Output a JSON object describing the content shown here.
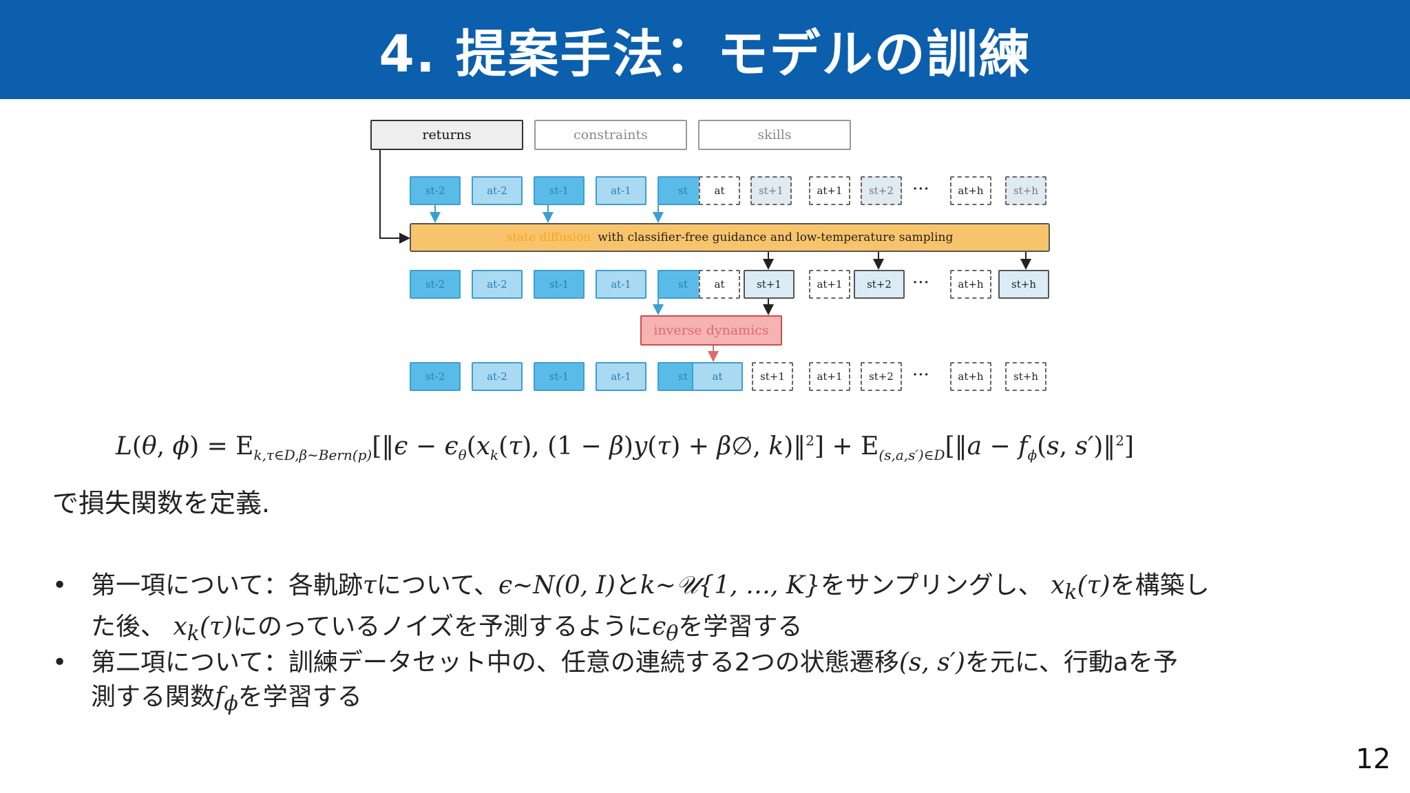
{
  "slide": {
    "title": "4. 提案手法：モデルの訓練",
    "page_number": "12"
  },
  "figure": {
    "conditions": [
      "returns",
      "constraints",
      "skills"
    ],
    "bar_highlight": "state diffusion",
    "bar_rest": "with classifier-free guidance and low-temperature sampling",
    "inverse_label": "inverse dynamics",
    "known_labels": [
      "s_{t-2}",
      "a_{t-2}",
      "s_{t-1}",
      "a_{t-1}",
      "s_t"
    ],
    "row1_unknown": [
      "a_t",
      "s_{t+1}",
      "a_{t+1}",
      "s_{t+2}",
      "a_{t+h}",
      "s_{t+h}"
    ],
    "row3_unknown": [
      "s_{t+1}",
      "a_{t+1}",
      "s_{t+2}",
      "a_{t+h}",
      "s_{t+h}"
    ],
    "action_label": "a_t",
    "dots": "···"
  },
  "formula": {
    "caption": "で損失関数を定義."
  },
  "bullets": {
    "b1_line1_a": "第一項について：各軌跡",
    "b1_line1_b": "について、",
    "b1_line1_c": "と",
    "b1_line1_d": "をサンプリングし、",
    "b1_line1_e": "を構築し",
    "b1_line2_a": "た後、",
    "b1_line2_b": "にのっているノイズを予測するように",
    "b1_line2_c": "を学習する",
    "b2_line1_a": "第二項について：訓練データセット中の、任意の連続する2つの状態遷移",
    "b2_line1_b": "を元に、行動aを予",
    "b2_line2_a": "測する関数",
    "b2_line2_b": "を学習する"
  }
}
